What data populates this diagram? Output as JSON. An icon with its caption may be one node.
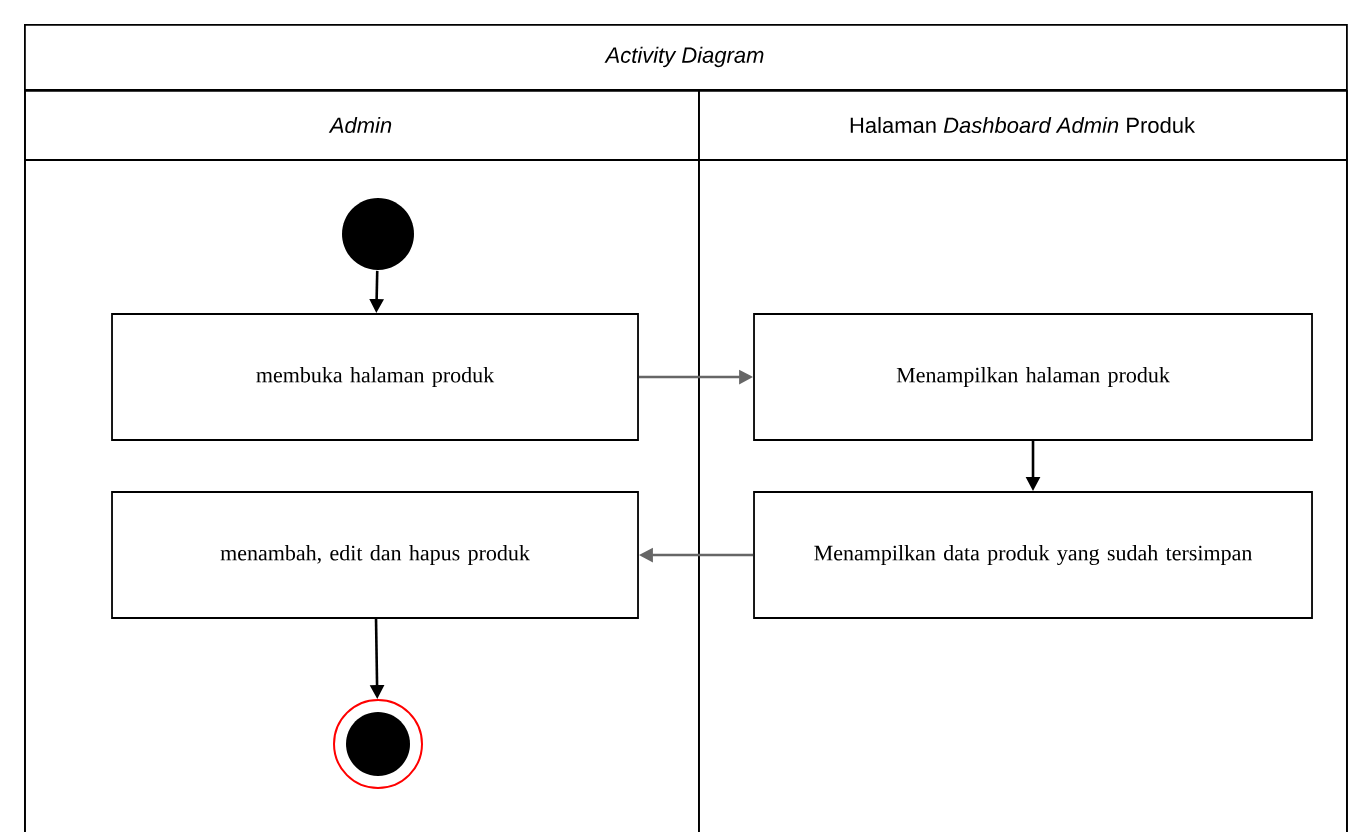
{
  "diagram": {
    "nodes": [
      {
        "text": [
          "Activity Diagram"
        ]
      },
      {
        "text": [
          "Admin"
        ],
        "in": 0
      },
      {
        "text": [
          "Halaman *Dashboard Admin* Produk"
        ],
        "in": 0
      },
      {
        "text": [],
        "shape": "circle",
        "in": 1
      },
      {
        "text": [
          "membuka halaman produk"
        ],
        "in": 1
      },
      {
        "text": [
          "Menampilkan halaman produk"
        ],
        "in": 2
      },
      {
        "text": [
          "Menampilkan data produk yang sudah tersimpan"
        ],
        "in": 2
      },
      {
        "text": [
          "menambah, edit dan hapus produk"
        ],
        "in": 1
      },
      {
        "text": [],
        "shape": "bullseye",
        "in": 1
      }
    ],
    "edges": [
      {
        "from": 3,
        "to": 4,
        "arrow": "to"
      },
      {
        "from": 4,
        "to": 5,
        "arrow": "to",
        "color": "#666666"
      },
      {
        "from": 5,
        "to": 6,
        "arrow": "to"
      },
      {
        "from": 6,
        "to": 7,
        "arrow": "to",
        "color": "#666666"
      },
      {
        "from": 7,
        "to": 8,
        "arrow": "to"
      }
    ]
  }
}
